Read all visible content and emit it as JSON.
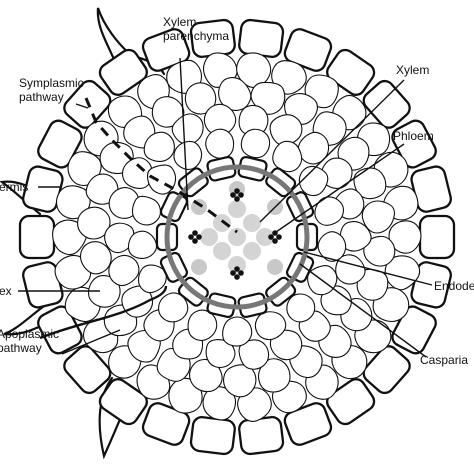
{
  "diagram": {
    "labels": {
      "xylem_parenchyma": "Xylem\nparenchyma",
      "symplasmic_pathway": "Symplasmic\npathway",
      "epidermis": "ermis",
      "cortex": "ex",
      "apoplasmic_pathway": "Apoplasmic\npathway",
      "xylem": "Xylem",
      "phloem": "Phloem",
      "endodermis": "Endode",
      "casparian_strip": "Casparia"
    },
    "colors": {
      "outline": "#111111",
      "casparian_ring": "#777777",
      "xylem_parenchyma": "#c8c8c8",
      "xylem": "#d4d4d4",
      "phloem": "#111111"
    }
  }
}
